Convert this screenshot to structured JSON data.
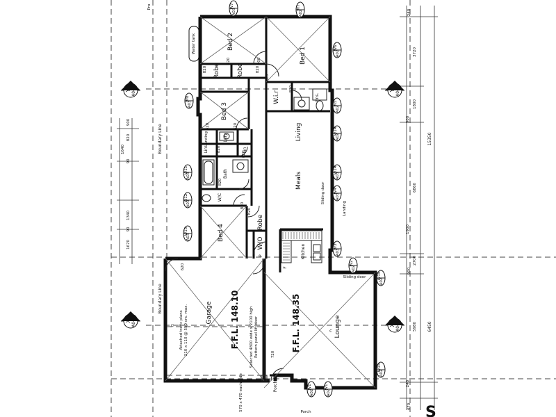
{
  "rooms": {
    "bed2": "Bed 2",
    "bed1": "Bed 1",
    "bed3": "Bed 3",
    "bed4": "Bed 4",
    "robe_a": "Robe",
    "robe_b": "Robe",
    "robe_c": "Robe",
    "wir": "W.i.r",
    "ens": "Ens.",
    "living": "Living",
    "meals": "Meals",
    "kitchen": "Kitchen",
    "lndry": "Ldry",
    "linen": "Lin",
    "linen2": "Lin",
    "bath": "Bath",
    "wc": "W/C",
    "wo": "W/O",
    "pantry": "P",
    "fridge": "F",
    "garage": "Garage",
    "lounge": "Lounge",
    "porch": "Porch",
    "water_tank": "Water tank",
    "landing_a": "Landing",
    "landing_b": "Landing",
    "ffl_garage": "F.F.L. 148.10",
    "ffl_house": "F.F.L. 148.35",
    "sliding_door": "Sliding door",
    "sliding_door2": "Sliding door",
    "boundary_line": "Boundary Line",
    "boundary_line2": "Boundary Line",
    "attached_note_1": "Attached trafic plans",
    "attached_note_2": "210 x 110 @ 550 crs. max.",
    "door_note_1": "Selected 4800 wide x 2100 high",
    "door_note_2": "Pattern panel lift door",
    "porch_note": "570 x 470 each side",
    "top_note": "Pro",
    "porch_bottom": "Porch",
    "garage_label_c": "C",
    "entry_label": "C"
  },
  "section_markers": [
    {
      "id": "Y",
      "sheet": "A04"
    },
    {
      "id": "Y",
      "sheet": "A04"
    },
    {
      "id": "X",
      "sheet": "A04"
    },
    {
      "id": "X",
      "sheet": "A04"
    }
  ],
  "window_tags": [
    {
      "id": "W7",
      "sheet": "A03"
    },
    {
      "id": "W7",
      "sheet": "A02"
    },
    {
      "id": "W6",
      "sheet": "A02"
    },
    {
      "id": "W8",
      "sheet": "A03"
    },
    {
      "id": "W5",
      "sheet": "A02"
    },
    {
      "id": "W14",
      "sheet": "A02"
    },
    {
      "id": "W14",
      "sheet": "A03"
    },
    {
      "id": "W11",
      "sheet": "A03"
    },
    {
      "id": "W12",
      "sheet": "A03"
    },
    {
      "id": "W13",
      "sheet": "A03"
    },
    {
      "id": "W4",
      "sheet": "A03"
    },
    {
      "id": "W3",
      "sheet": "A03"
    },
    {
      "id": "W2",
      "sheet": "A02"
    },
    {
      "id": "W14",
      "sheet": "A02"
    },
    {
      "id": "W14",
      "sheet": "A02"
    },
    {
      "id": "W1",
      "sheet": "A02"
    },
    {
      "id": "W1",
      "sheet": "A02"
    }
  ],
  "dimensions": {
    "right": [
      "240",
      "3720",
      "1800",
      "900",
      "6860",
      "1900",
      "2700",
      "900",
      "5980",
      "240",
      "470"
    ],
    "right_totals": [
      "15350",
      "6450"
    ],
    "left": [
      "900",
      "820",
      "1640",
      "90",
      "1340",
      "90",
      "1670"
    ],
    "misc": [
      "820",
      "820",
      "820",
      "820",
      "820",
      "820",
      "820",
      "820",
      "820",
      "820",
      "820",
      "620",
      "720",
      "900",
      "820"
    ]
  }
}
